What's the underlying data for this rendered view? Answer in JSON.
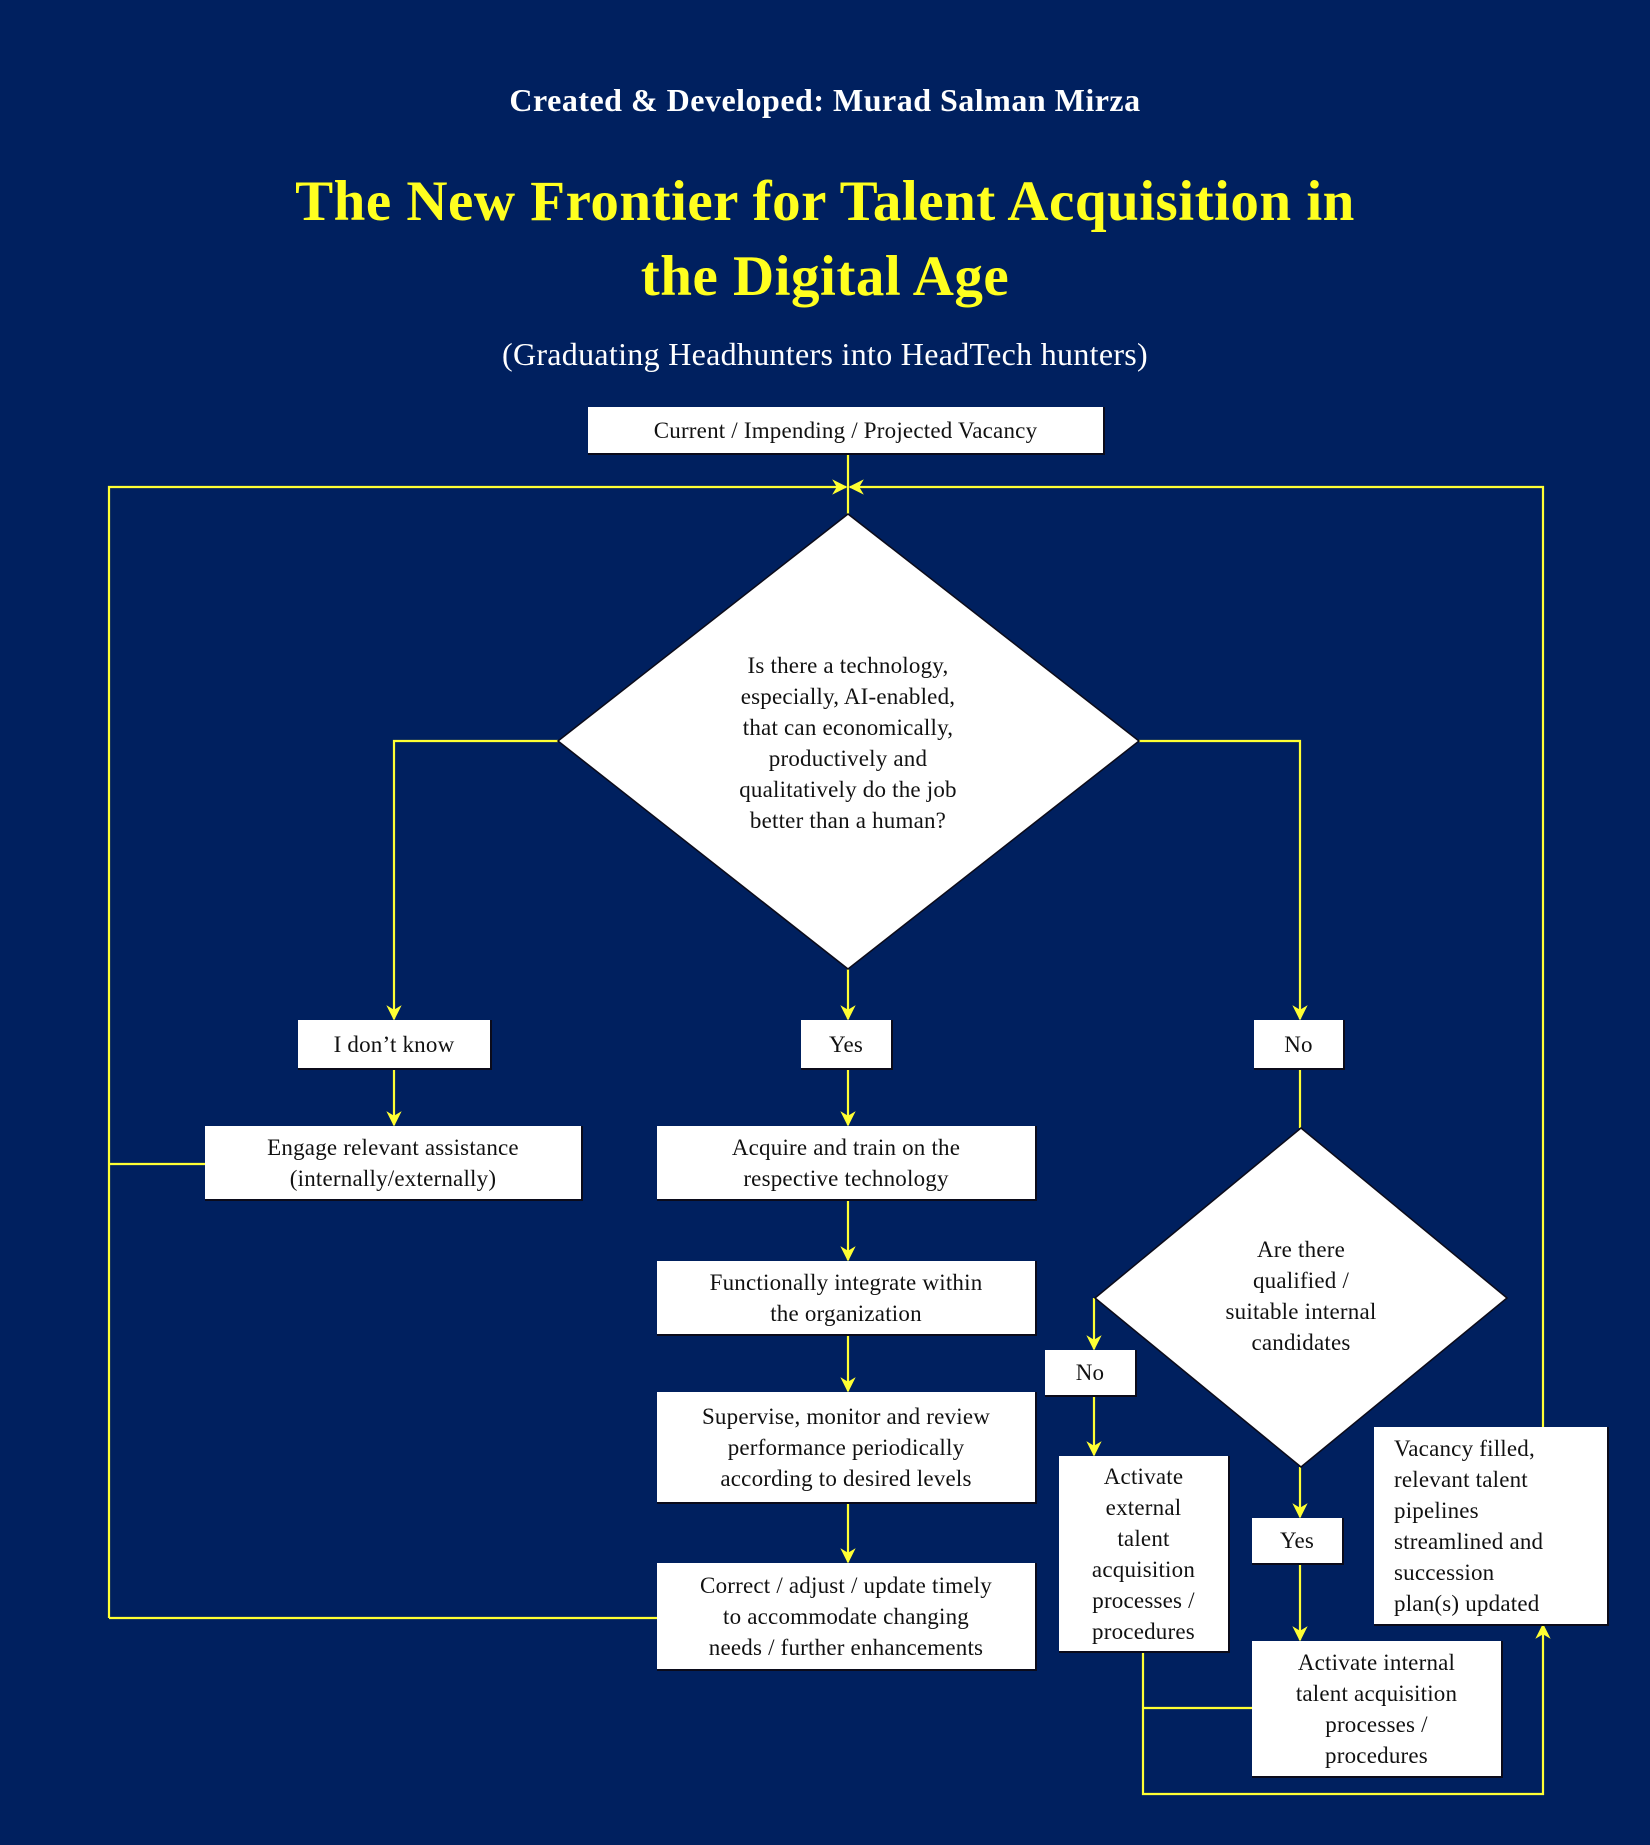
{
  "header": {
    "author": "Created & Developed: Murad Salman Mirza",
    "title": "The New Frontier for Talent Acquisition in\nthe Digital Age",
    "subtitle": "(Graduating Headhunters into HeadTech hunters)"
  },
  "colors": {
    "background": "#00205f",
    "title": "#ffff1f",
    "connector": "#ffff33",
    "node_fill": "#ffffff"
  },
  "nodes": {
    "start": "Current / Impending / Projected Vacancy",
    "decision_tech": "Is there a technology,\nespecially, AI-enabled,\nthat can economically,\nproductively and\nqualitatively do the job\nbetter than a human?",
    "answer_dont_know": "I don’t know",
    "answer_yes": "Yes",
    "answer_no": "No",
    "engage_assistance": "Engage relevant assistance\n(internally/externally)",
    "acquire_train": "Acquire and train on the\nrespective technology",
    "integrate": "Functionally integrate within\nthe organization",
    "supervise": "Supervise, monitor and review\nperformance periodically\naccording to desired levels",
    "correct": "Correct / adjust / update timely\nto accommodate changing\nneeds / further enhancements",
    "decision_internal": "Are there\nqualified /\nsuitable internal\ncandidates",
    "internal_no": "No",
    "internal_yes": "Yes",
    "external_acquisition": "Activate\nexternal\ntalent\nacquisition\nprocesses /\nprocedures",
    "internal_acquisition": "Activate internal\ntalent acquisition\nprocesses /\nprocedures",
    "vacancy_filled": "Vacancy filled,\nrelevant talent\npipelines\nstreamlined and\nsuccession\nplan(s) updated"
  }
}
